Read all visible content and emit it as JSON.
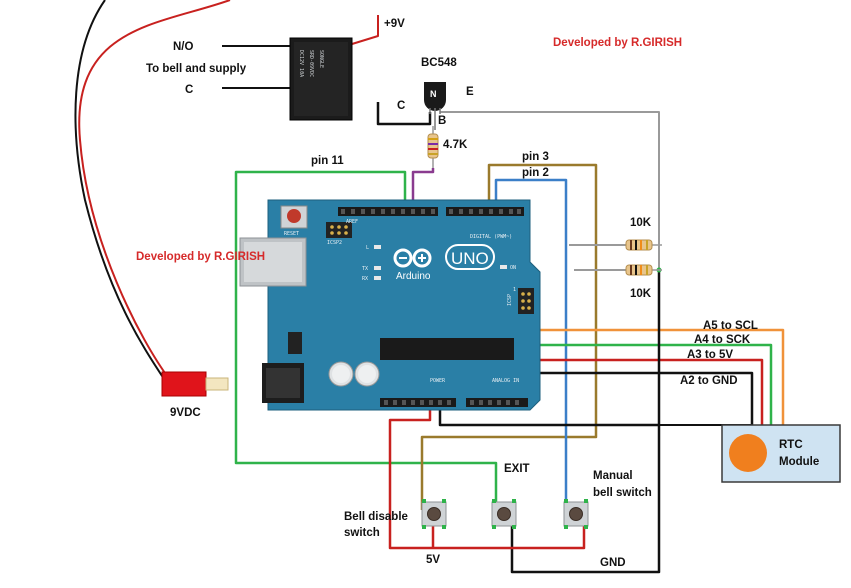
{
  "labels": {
    "plus9v": "+9V",
    "no": "N/O",
    "bell_supply": "To bell and supply",
    "c_relay": "C",
    "bc548": "BC548",
    "collector": "C",
    "emitter": "E",
    "base": "B",
    "resistor_4k7": "4.7K",
    "pin11": "pin 11",
    "pin3": "pin 3",
    "pin2": "pin 2",
    "r10k_top": "10K",
    "r10k_bottom": "10K",
    "a5": "A5 to SCL",
    "a4": "A4 to SCK",
    "a3": "A3 to 5V",
    "a2": "A2 to GND",
    "rtc_line1": "RTC",
    "rtc_line2": "Module",
    "exit": "EXIT",
    "manual1": "Manual",
    "manual2": "bell switch",
    "bell_disable1": "Bell disable",
    "bell_disable2": "switch",
    "v5": "5V",
    "gnd": "GND",
    "vdc9": "9VDC",
    "credit_top": "Developed by R.GIRISH",
    "credit_left": "Developed by R.GIRISH"
  },
  "board": {
    "uno": "UNO",
    "brand": "Arduino",
    "reset": "RESET",
    "icsp2": "ICSP2",
    "l": "L",
    "tx": "TX",
    "rx": "RX",
    "on": "ON",
    "icsp": "ICSP",
    "digital": "DIGITAL (PWM~)",
    "aref": "AREF",
    "power": "POWER",
    "analog": "ANALOG IN",
    "one": "1"
  },
  "colors": {
    "red": "#c8211f",
    "black": "#111111",
    "green": "#2fb34a",
    "olive": "#9a7a2c",
    "blue": "#3b7fc8",
    "gray": "#9a9a9a",
    "purple": "#8a3b8f",
    "orange": "#f0923a",
    "board": "#2a7fa6",
    "rtc_body": "#cfe3f2",
    "rtc_dot": "#f07f1e",
    "credit": "#d62a2a"
  }
}
